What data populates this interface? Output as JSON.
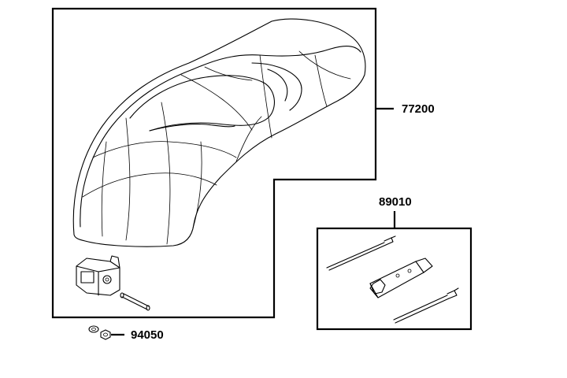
{
  "parts": {
    "seat": {
      "number": "77200",
      "icon": "motorcycle-seat-icon"
    },
    "tool_kit": {
      "number": "89010",
      "icon": "tool-kit-icon"
    },
    "fastener": {
      "number": "94050",
      "icon": "washer-nut-icon"
    }
  },
  "colors": {
    "line": "#000000",
    "background": "#ffffff"
  }
}
